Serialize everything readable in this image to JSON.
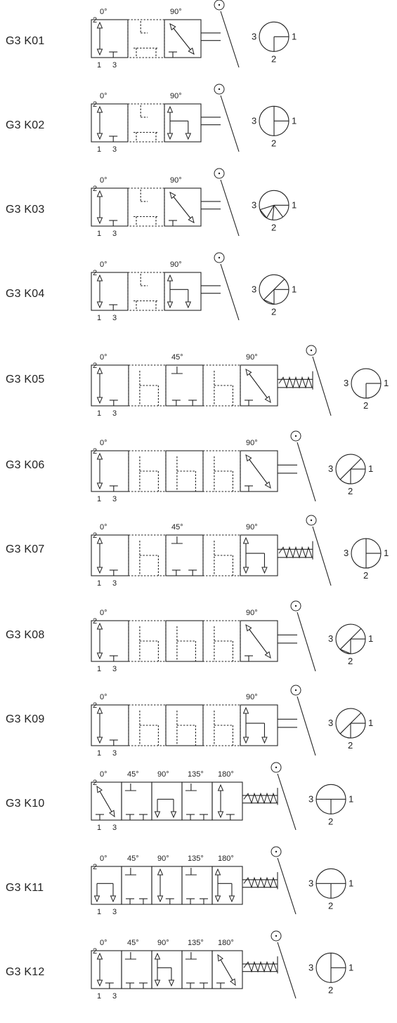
{
  "rows": [
    {
      "id": "G3 K01",
      "cols": 3,
      "wide": false,
      "angles": [
        "0°",
        "",
        "90°"
      ],
      "handle": "spring-none",
      "circle": "k01"
    },
    {
      "id": "G3 K02",
      "cols": 3,
      "wide": false,
      "angles": [
        "0°",
        "",
        "90°"
      ],
      "handle": "spring-none",
      "circle": "k02"
    },
    {
      "id": "G3 K03",
      "cols": 3,
      "wide": false,
      "angles": [
        "0°",
        "",
        "90°"
      ],
      "handle": "spring-none",
      "circle": "k03"
    },
    {
      "id": "G3 K04",
      "cols": 3,
      "wide": false,
      "angles": [
        "0°",
        "",
        "90°"
      ],
      "handle": "spring-none",
      "circle": "k04"
    },
    {
      "id": "G3 K05",
      "cols": 5,
      "wide": true,
      "angles": [
        "0°",
        "",
        "45°",
        "",
        "90°"
      ],
      "handle": "spring",
      "circle": "k05"
    },
    {
      "id": "G3 K06",
      "cols": 5,
      "wide": true,
      "angles": [
        "0°",
        "",
        "",
        "",
        "90°"
      ],
      "handle": "none",
      "circle": "k06"
    },
    {
      "id": "G3 K07",
      "cols": 5,
      "wide": true,
      "angles": [
        "0°",
        "",
        "45°",
        "",
        "90°"
      ],
      "handle": "spring",
      "circle": "k07"
    },
    {
      "id": "G3 K08",
      "cols": 5,
      "wide": true,
      "angles": [
        "0°",
        "",
        "",
        "",
        "90°"
      ],
      "handle": "none",
      "circle": "k08"
    },
    {
      "id": "G3 K09",
      "cols": 5,
      "wide": true,
      "angles": [
        "0°",
        "",
        "",
        "",
        "90°"
      ],
      "handle": "none",
      "circle": "k09"
    },
    {
      "id": "G3 K10",
      "cols": 5,
      "wide": false,
      "angles": [
        "0°",
        "45°",
        "90°",
        "135°",
        "180°"
      ],
      "handle": "spring",
      "circle": "k10"
    },
    {
      "id": "G3 K11",
      "cols": 5,
      "wide": false,
      "angles": [
        "0°",
        "45°",
        "90°",
        "135°",
        "180°"
      ],
      "handle": "spring",
      "circle": "k11"
    },
    {
      "id": "G3 K12",
      "cols": 5,
      "wide": false,
      "angles": [
        "0°",
        "45°",
        "90°",
        "135°",
        "180°"
      ],
      "handle": "spring",
      "circle": "k12"
    }
  ],
  "port_labels": {
    "p1": "1",
    "p2": "2",
    "p3": "3"
  }
}
